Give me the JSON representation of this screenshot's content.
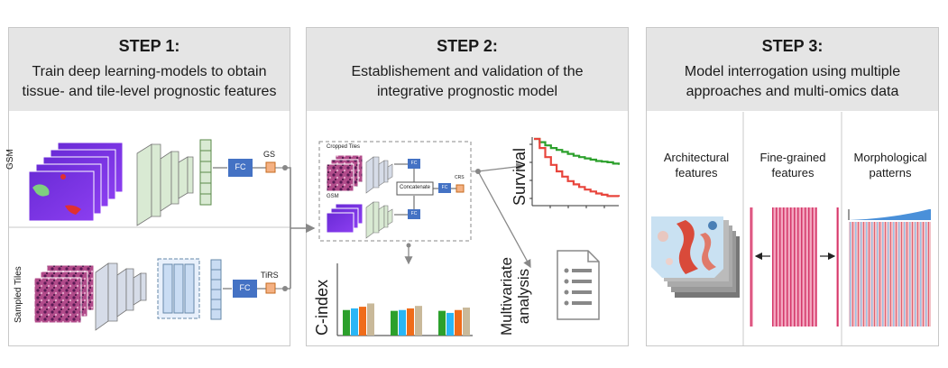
{
  "steps": [
    {
      "title": "STEP 1:",
      "description_lines": [
        "Train deep learning-models to obtain",
        "tissue- and tile-level prognostic features"
      ]
    },
    {
      "title": "STEP 2:",
      "description_lines": [
        "Establishement and validation of the",
        "integrative prognostic model"
      ]
    },
    {
      "title": "STEP 3:",
      "description_lines": [
        "Model interrogation  using multiple",
        "approaches and multi-omics data"
      ]
    }
  ],
  "step1": {
    "gsm_label": "GSM",
    "sampled_tiles_label": "Sampled Tiles",
    "fc_label": "FC",
    "gs_output": "GS",
    "tirs_output": "TiRS"
  },
  "step2": {
    "cropped_tiles_label": "Cropped Tiles",
    "gsm_label": "GSM",
    "fc_label": "FC",
    "concatenate_label": "Concatenate",
    "crs_label": "CRS",
    "survival_label": "Survival",
    "cindex_label": "C-index",
    "multivariate_line1": "Multivariate",
    "multivariate_line2": "analysis"
  },
  "step3": {
    "architectural": [
      "Architectural",
      "features"
    ],
    "fine_grained": [
      "Fine-grained",
      "features"
    ],
    "morphological": [
      "Morphological",
      "patterns"
    ]
  },
  "colors": {
    "fc_blue": "#4472c4",
    "output_orange": "#f4b183",
    "survival_green": "#2ca02c",
    "survival_red": "#e8453c",
    "header_gray": "#e5e5e5"
  },
  "chart_data": [
    {
      "type": "line",
      "title": "",
      "ylabel": "Survival",
      "series": [
        {
          "values": [
            1.0,
            0.95,
            0.9,
            0.86,
            0.83,
            0.8,
            0.77,
            0.74,
            0.72,
            0.7,
            0.68,
            0.66,
            0.65,
            0.64,
            0.62,
            0.6
          ]
        },
        {
          "values": [
            1.0,
            0.86,
            0.72,
            0.6,
            0.5,
            0.42,
            0.35,
            0.3,
            0.26,
            0.22,
            0.19,
            0.16,
            0.14,
            0.12,
            0.12,
            0.11
          ]
        }
      ],
      "series_colors": [
        "#2ca02c",
        "#e8453c"
      ]
    },
    {
      "type": "bar",
      "ylabel": "C-index",
      "groups": [
        {
          "values": [
            0.62,
            0.66,
            0.7,
            0.78
          ]
        },
        {
          "values": [
            0.6,
            0.62,
            0.66,
            0.72
          ]
        },
        {
          "values": [
            0.6,
            0.55,
            0.62,
            0.68
          ]
        }
      ],
      "bar_colors": [
        "#2ca02c",
        "#29b6f6",
        "#ef6c1a",
        "#c9b99a"
      ]
    }
  ]
}
